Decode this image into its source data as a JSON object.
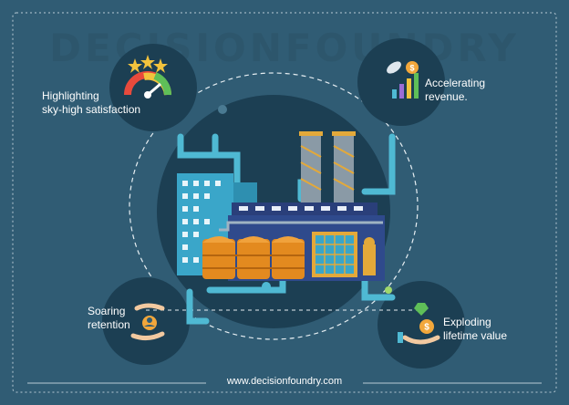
{
  "watermark": "DECISIONFOUNDRY",
  "features": [
    {
      "label": "Highlighting\nsky-high satisfaction",
      "icon": "gauge-icon"
    },
    {
      "label": "Accelerating\nrevenue.",
      "icon": "rocket-chart-icon"
    },
    {
      "label": "Soaring\nretention",
      "icon": "hands-person-icon"
    },
    {
      "label": "Exploding\nlifetime value",
      "icon": "hand-coin-icon"
    }
  ],
  "footer_url": "www.decisionfoundry.com",
  "colors": {
    "background": "#305c74",
    "circle": "#1c3f53",
    "pipe": "#4fb9d3",
    "tank": "#e38a1f",
    "building": "#3aa6c9",
    "star": "#f2c33d",
    "coin": "#f2a73b"
  },
  "scene": "factory-illustration"
}
